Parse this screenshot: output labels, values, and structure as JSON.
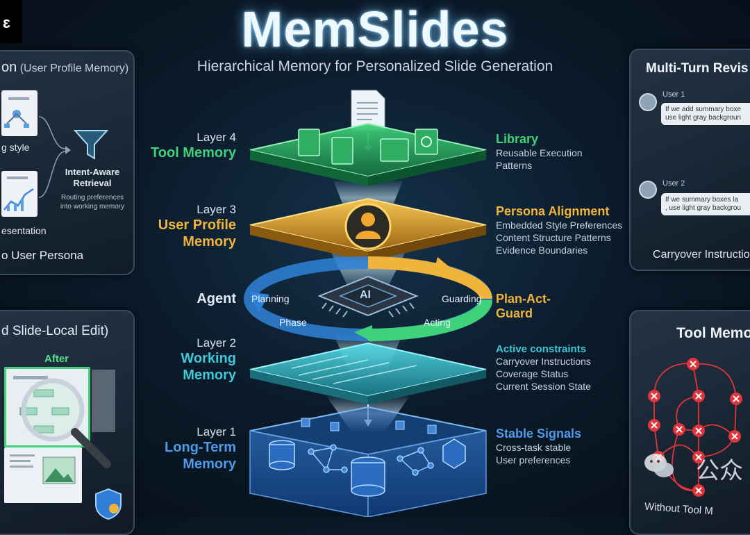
{
  "header": {
    "title": "MemSlides",
    "subtitle": "Hierarchical Memory for Personalized Slide Generation"
  },
  "layers": [
    {
      "layer_label": "Layer 4",
      "name": "Tool Memory",
      "color": "#3fd27a",
      "right_title": "Library",
      "right_lines": [
        "Reusable Execution",
        "Patterns"
      ]
    },
    {
      "layer_label": "Layer 3",
      "name_lines": [
        "User Profile",
        "Memory"
      ],
      "color": "#f0b43a",
      "right_title": "Persona Alignment",
      "right_lines": [
        "Embedded Style Preferences",
        "Content Structure Patterns",
        "Evidence Boundaries"
      ]
    },
    {
      "layer_label": "Layer 2",
      "name_lines": [
        "Working",
        "Memory"
      ],
      "color": "#3fc8d8",
      "right_title": "Active constraints",
      "right_lines": [
        "Carryover Instructions",
        "Coverage Status",
        "Current Session State"
      ]
    },
    {
      "layer_label": "Layer 1",
      "name_lines": [
        "Long-Term",
        "Memory"
      ],
      "color": "#4f9be8",
      "right_title": "Stable Signals",
      "right_lines": [
        "Cross-task stable",
        "User preferences"
      ]
    }
  ],
  "agent": {
    "label": "Agent",
    "chip_text": "AI",
    "ring_labels": [
      "Planning",
      "Phase",
      "Guarding",
      "Acting"
    ],
    "right_title_lines": [
      "Plan-Act-",
      "Guard"
    ]
  },
  "left_top_panel": {
    "title_main": "on",
    "title_paren": "(User Profile Memory)",
    "card1_text": "g style",
    "card2_text": "esentation",
    "retrieval_title_lines": [
      "Intent-Aware",
      "Retrieval"
    ],
    "retrieval_desc_lines": [
      "Routing preferences",
      "into working memory"
    ],
    "footer": "o User Persona"
  },
  "left_bottom_panel": {
    "title": "d Slide-Local Edit)",
    "after_label": "After"
  },
  "right_top_panel": {
    "title": "Multi-Turn Revis",
    "user1_label": "User 1",
    "user1_msg_lines": [
      "If we add summary boxe",
      "use light gray backgroun"
    ],
    "user2_label": "User 2",
    "user2_msg_lines": [
      "If we summary boxes la",
      ", use light gray backgrou"
    ],
    "footer": "Carryover Instructio"
  },
  "right_bottom_panel": {
    "title": "Tool Memo",
    "footer": "Without Tool M"
  },
  "watermark": {
    "text": "公众"
  },
  "colors": {
    "tool_green": "#3fd27a",
    "profile_gold": "#f0b43a",
    "working_cyan": "#3fc8d8",
    "longterm_blue": "#4f9be8",
    "error_red": "#e0353b"
  }
}
